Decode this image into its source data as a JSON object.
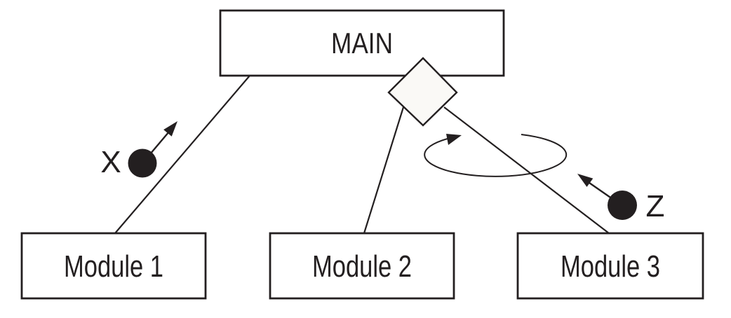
{
  "diagram": {
    "kind": "structure-chart",
    "nodes": {
      "main": {
        "label": "MAIN"
      },
      "module1": {
        "label": "Module 1"
      },
      "module2": {
        "label": "Module 2"
      },
      "module3": {
        "label": "Module 3"
      }
    },
    "flows": {
      "x": {
        "label": "X",
        "symbol": "filled-circle-arrow-icon",
        "direction": "up-right"
      },
      "z": {
        "label": "Z",
        "symbol": "filled-circle-arrow-icon",
        "direction": "up-left"
      }
    },
    "symbols": {
      "selection": "decision-diamond-icon",
      "iteration": "loop-arrow-icon"
    },
    "connections": [
      {
        "from": "MAIN",
        "to": "Module 1"
      },
      {
        "from": "MAIN",
        "to": "Module 2",
        "via": "decision-diamond"
      },
      {
        "from": "MAIN",
        "to": "Module 3",
        "via": "decision-diamond"
      }
    ],
    "colors": {
      "ink": "#231f20",
      "diamond_fill": "#faf9f6",
      "background": "#ffffff"
    }
  }
}
